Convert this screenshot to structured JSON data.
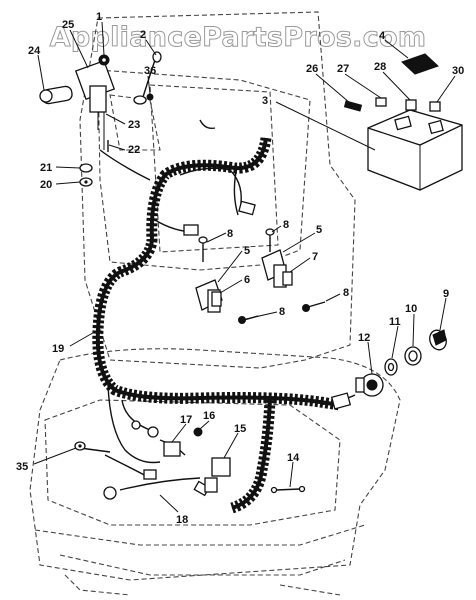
{
  "watermark": "AppliancePartsPros.com",
  "callouts": [
    {
      "id": "c1",
      "label": "1"
    },
    {
      "id": "c25",
      "label": "25"
    },
    {
      "id": "c24",
      "label": "24"
    },
    {
      "id": "c2",
      "label": "2"
    },
    {
      "id": "c36",
      "label": "36"
    },
    {
      "id": "c23",
      "label": "23"
    },
    {
      "id": "c22",
      "label": "22"
    },
    {
      "id": "c21",
      "label": "21"
    },
    {
      "id": "c20",
      "label": "20"
    },
    {
      "id": "c4",
      "label": "4"
    },
    {
      "id": "c26",
      "label": "26"
    },
    {
      "id": "c27",
      "label": "27"
    },
    {
      "id": "c28",
      "label": "28"
    },
    {
      "id": "c30",
      "label": "30"
    },
    {
      "id": "c3",
      "label": "3"
    },
    {
      "id": "c8a",
      "label": "8"
    },
    {
      "id": "c8b",
      "label": "8"
    },
    {
      "id": "c5a",
      "label": "5"
    },
    {
      "id": "c5b",
      "label": "5"
    },
    {
      "id": "c7",
      "label": "7"
    },
    {
      "id": "c6",
      "label": "6"
    },
    {
      "id": "c8c",
      "label": "8"
    },
    {
      "id": "c8d",
      "label": "8"
    },
    {
      "id": "c9",
      "label": "9"
    },
    {
      "id": "c10",
      "label": "10"
    },
    {
      "id": "c11",
      "label": "11"
    },
    {
      "id": "c12",
      "label": "12"
    },
    {
      "id": "c19",
      "label": "19"
    },
    {
      "id": "c17",
      "label": "17"
    },
    {
      "id": "c16",
      "label": "16"
    },
    {
      "id": "c15",
      "label": "15"
    },
    {
      "id": "c14",
      "label": "14"
    },
    {
      "id": "c35",
      "label": "35"
    },
    {
      "id": "c18",
      "label": "18"
    }
  ]
}
